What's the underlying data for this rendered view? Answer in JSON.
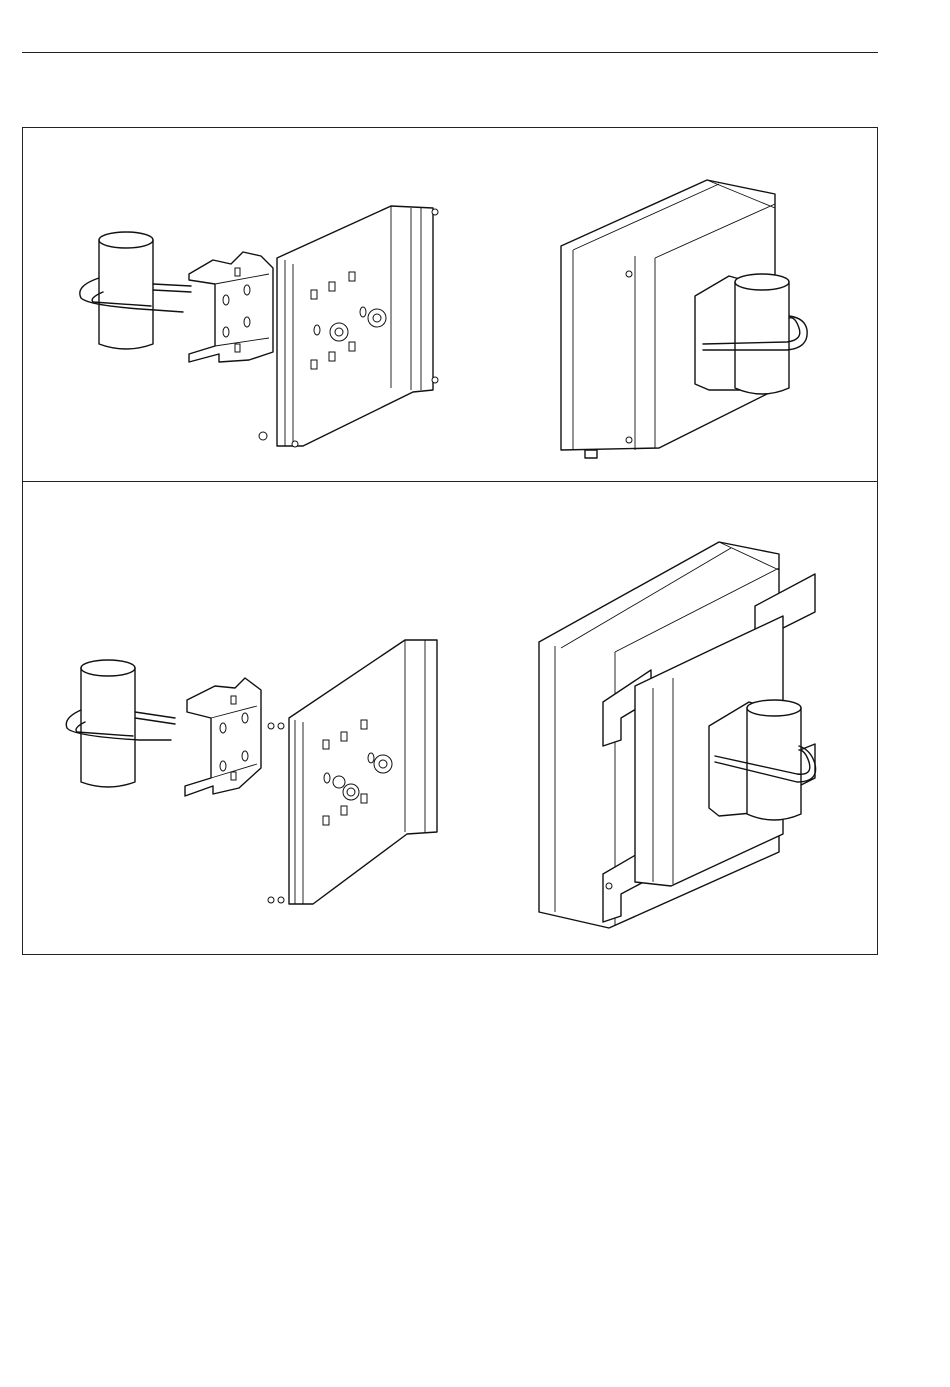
{
  "document": {
    "header_rule": true,
    "figure": {
      "panels": [
        {
          "id": "wall-bracket-pipe-mount-small",
          "views": [
            "exploded-assembly",
            "mounted-assembly"
          ]
        },
        {
          "id": "wall-bracket-pipe-mount-large",
          "views": [
            "exploded-assembly",
            "mounted-assembly"
          ]
        }
      ]
    }
  },
  "icons": {
    "pipe": "pipe-icon",
    "u-bolt": "u-bolt-icon",
    "clamp-bracket": "clamp-bracket-icon",
    "mounting-plate": "mounting-plate-icon",
    "enclosure": "enclosure-icon"
  }
}
